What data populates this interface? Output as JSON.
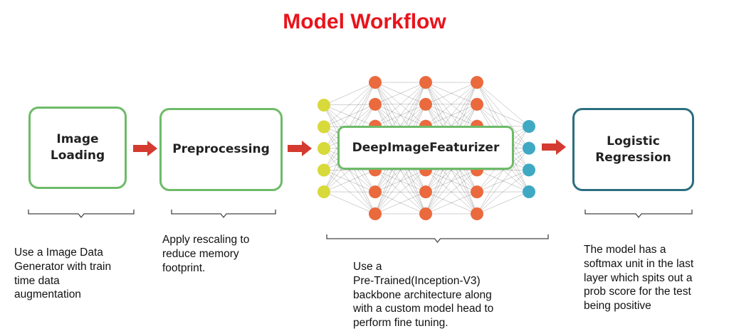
{
  "title": "Model Workflow",
  "colors": {
    "title": "#e8141c",
    "box_green": "#6dbb68",
    "box_teal": "#2c6e7f",
    "arrow": "#d43a2f",
    "input_node": "#d8d93a",
    "hidden_node": "#ea6a3e",
    "output_node": "#3fa9c4"
  },
  "steps": [
    {
      "label": "Image\nLoading",
      "description": "Use a Image Data\nGenerator with train\ntime data\naugmentation"
    },
    {
      "label": "Preprocessing",
      "description": "Apply rescaling to\nreduce memory\nfootprint."
    },
    {
      "label": "DeepImageFeaturizer",
      "description": "Use a\nPre-Trained(Inception-V3)\nbackbone architecture along\nwith a custom model head to\nperform fine tuning."
    },
    {
      "label": "Logistic\nRegression",
      "description": "The model has a\nsoftmax unit in the last\nlayer which spits out a\nprob score for the test\nbeing positive"
    }
  ],
  "network": {
    "input_nodes": 5,
    "hidden_layers": [
      7,
      7,
      7
    ],
    "output_nodes": 4
  }
}
